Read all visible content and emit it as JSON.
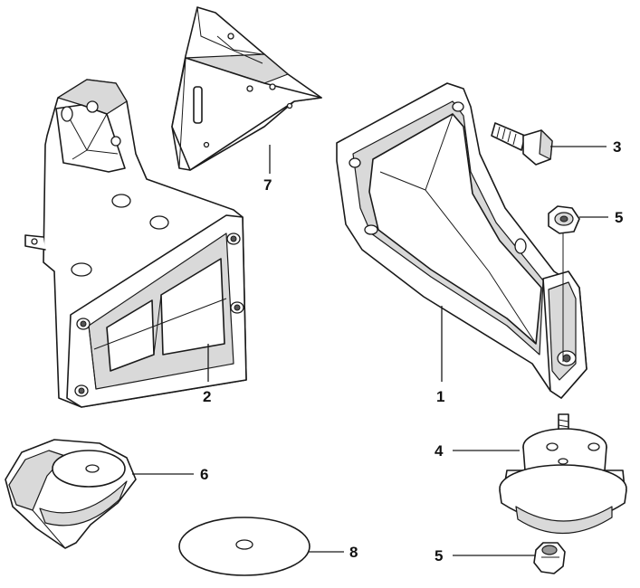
{
  "callouts": [
    {
      "id": "part-1",
      "label": "1"
    },
    {
      "id": "part-2",
      "label": "2"
    },
    {
      "id": "part-3",
      "label": "3"
    },
    {
      "id": "part-4",
      "label": "4"
    },
    {
      "id": "part-5-top",
      "label": "5"
    },
    {
      "id": "part-5-bottom",
      "label": "5"
    },
    {
      "id": "part-6",
      "label": "6"
    },
    {
      "id": "part-7",
      "label": "7"
    },
    {
      "id": "part-8",
      "label": "8"
    }
  ]
}
